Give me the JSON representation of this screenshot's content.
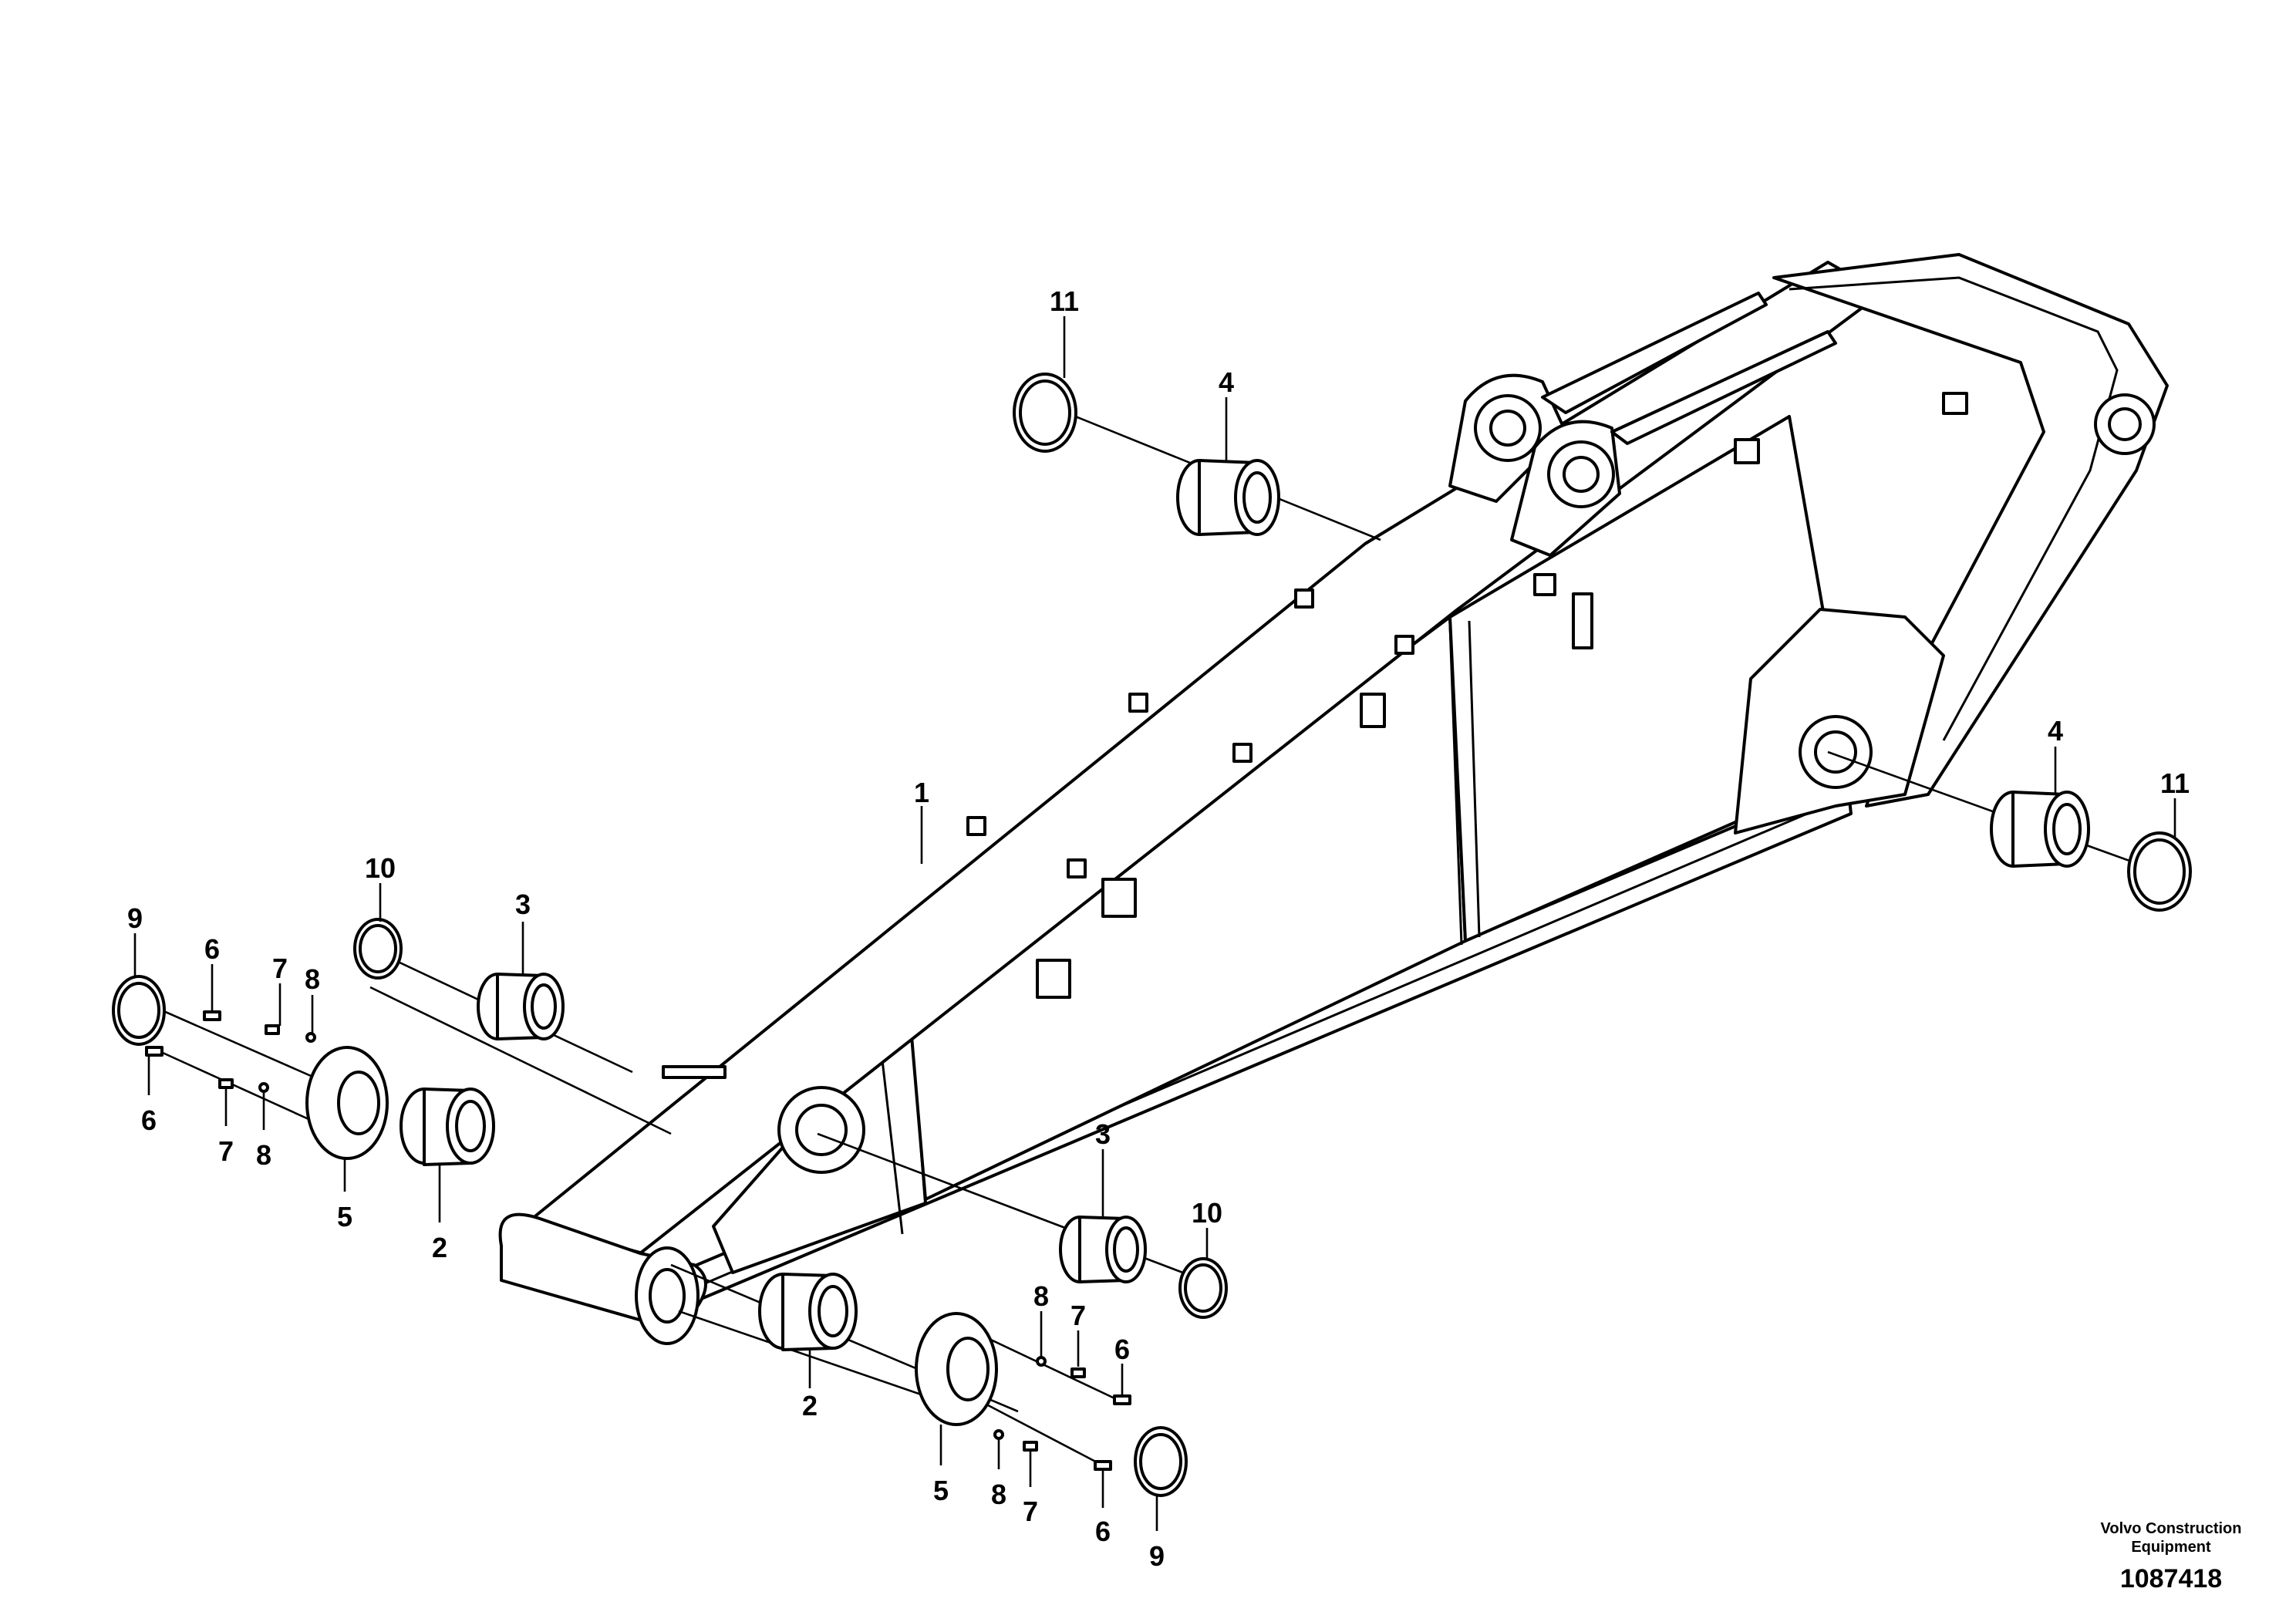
{
  "figure": {
    "callouts": [
      {
        "id": "c1",
        "label": "1"
      },
      {
        "id": "c2a",
        "label": "2"
      },
      {
        "id": "c2b",
        "label": "2"
      },
      {
        "id": "c3a",
        "label": "3"
      },
      {
        "id": "c3b",
        "label": "3"
      },
      {
        "id": "c4a",
        "label": "4"
      },
      {
        "id": "c4b",
        "label": "4"
      },
      {
        "id": "c5a",
        "label": "5"
      },
      {
        "id": "c5b",
        "label": "5"
      },
      {
        "id": "c6a",
        "label": "6"
      },
      {
        "id": "c6b",
        "label": "6"
      },
      {
        "id": "c6c",
        "label": "6"
      },
      {
        "id": "c6d",
        "label": "6"
      },
      {
        "id": "c7a",
        "label": "7"
      },
      {
        "id": "c7b",
        "label": "7"
      },
      {
        "id": "c7c",
        "label": "7"
      },
      {
        "id": "c7d",
        "label": "7"
      },
      {
        "id": "c8a",
        "label": "8"
      },
      {
        "id": "c8b",
        "label": "8"
      },
      {
        "id": "c8c",
        "label": "8"
      },
      {
        "id": "c8d",
        "label": "8"
      },
      {
        "id": "c9a",
        "label": "9"
      },
      {
        "id": "c9b",
        "label": "9"
      },
      {
        "id": "c10a",
        "label": "10"
      },
      {
        "id": "c10b",
        "label": "10"
      },
      {
        "id": "c11a",
        "label": "11"
      },
      {
        "id": "c11b",
        "label": "11"
      }
    ],
    "credit": {
      "company_line1": "Volvo Construction",
      "company_line2": "Equipment",
      "drawing_number": "1087418"
    }
  }
}
